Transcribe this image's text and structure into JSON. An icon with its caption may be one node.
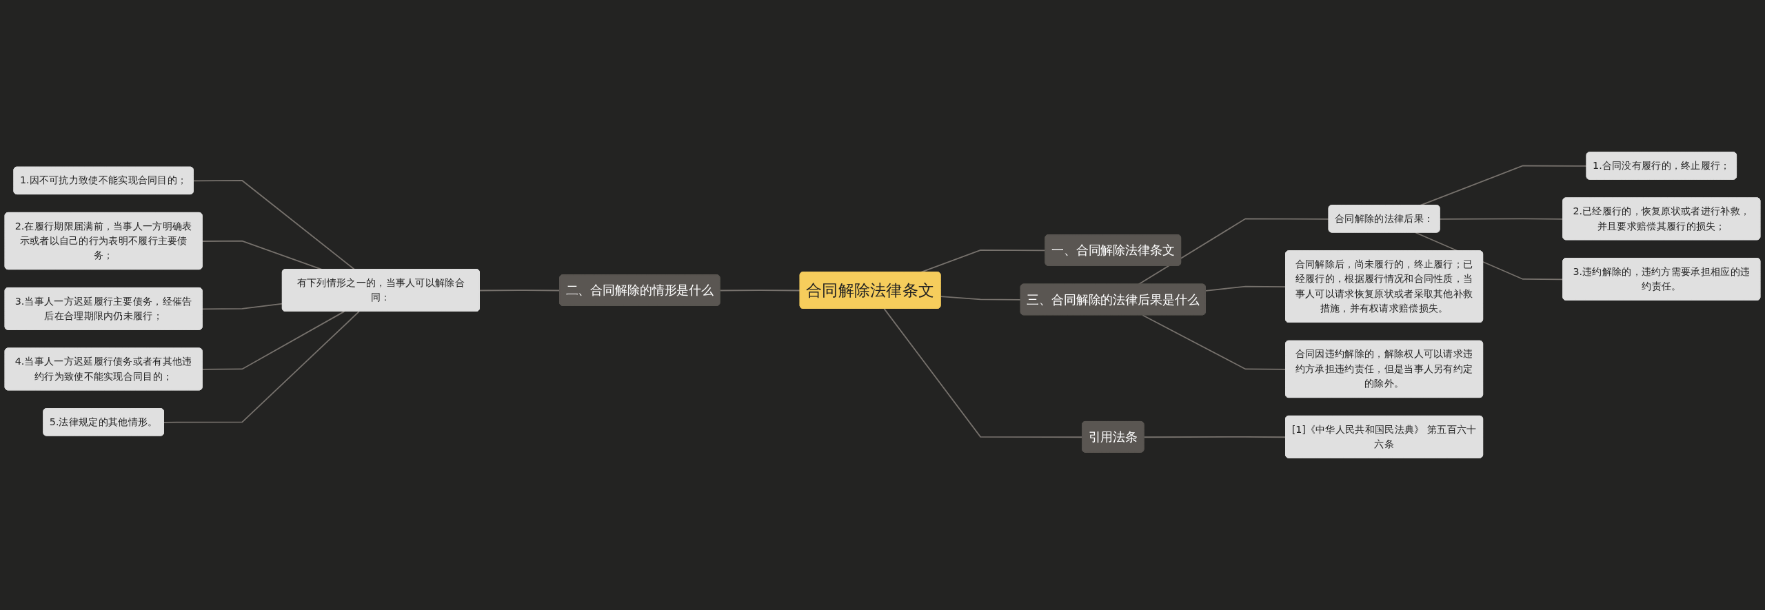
{
  "diagram": {
    "nodes": [
      {
        "text": [
          "合同解除法律条文"
        ]
      },
      {
        "text": [
          "一、合同解除法律条文"
        ]
      },
      {
        "text": [
          "二、合同解除的情形是什么"
        ]
      },
      {
        "text": [
          "有下列情形之一的，当事人可以解除合同："
        ]
      },
      {
        "text": [
          "1.因不可抗力致使不能实现合同目的；"
        ]
      },
      {
        "text": [
          "2.在履行期限届满前，当事人一方明确表示或者以自己的行为表明不履行主要债务；"
        ]
      },
      {
        "text": [
          "3.当事人一方迟延履行主要债务，经催告后在合理期限内仍未履行；"
        ]
      },
      {
        "text": [
          "4.当事人一方迟延履行债务或者有其他违约行为致使不能实现合同目的；"
        ]
      },
      {
        "text": [
          "5.法律规定的其他情形。"
        ]
      },
      {
        "text": [
          "三、合同解除的法律后果是什么"
        ]
      },
      {
        "text": [
          "合同解除的法律后果："
        ]
      },
      {
        "text": [
          "1.合同没有履行的，终止履行；"
        ]
      },
      {
        "text": [
          "2.已经履行的，恢复原状或者进行补救，并且要求赔偿其履行的损失；"
        ]
      },
      {
        "text": [
          "3.违约解除的，违约方需要承担相应的违约责任。"
        ]
      },
      {
        "text": [
          "合同解除后，尚未履行的，终止履行；已经履行的，根据履行情况和合同性质，当事人可以请求恢复原状或者采取其他补救措施，并有权请求赔偿损失。"
        ]
      },
      {
        "text": [
          "合同因违约解除的，解除权人可以请求违约方承担违约责任，但是当事人另有约定的除外。"
        ]
      },
      {
        "text": [
          "引用法条"
        ]
      },
      {
        "text": [
          "[1]《中华人民共和国民法典》 第五百六十六条"
        ]
      }
    ],
    "edges": [
      {
        "from": 4,
        "to": 3,
        "arrow": "none"
      },
      {
        "from": 5,
        "to": 3,
        "arrow": "none"
      },
      {
        "from": 6,
        "to": 3,
        "arrow": "none"
      },
      {
        "from": 7,
        "to": 3,
        "arrow": "none"
      },
      {
        "from": 8,
        "to": 3,
        "arrow": "none"
      },
      {
        "from": 3,
        "to": 2,
        "arrow": "none"
      },
      {
        "from": 2,
        "to": 0,
        "arrow": "none"
      },
      {
        "from": 16,
        "to": 17,
        "arrow": "none"
      },
      {
        "from": 0,
        "to": 16,
        "arrow": "none"
      },
      {
        "from": 0,
        "to": 1,
        "arrow": "none"
      },
      {
        "from": 0,
        "to": 9,
        "arrow": "none"
      },
      {
        "from": 9,
        "to": 10,
        "arrow": "none"
      },
      {
        "from": 10,
        "to": 11,
        "arrow": "none"
      },
      {
        "from": 10,
        "to": 12,
        "arrow": "none"
      },
      {
        "from": 10,
        "to": 13,
        "arrow": "none"
      },
      {
        "from": 9,
        "to": 14,
        "arrow": "none"
      },
      {
        "from": 9,
        "to": 15,
        "arrow": "none"
      }
    ]
  }
}
